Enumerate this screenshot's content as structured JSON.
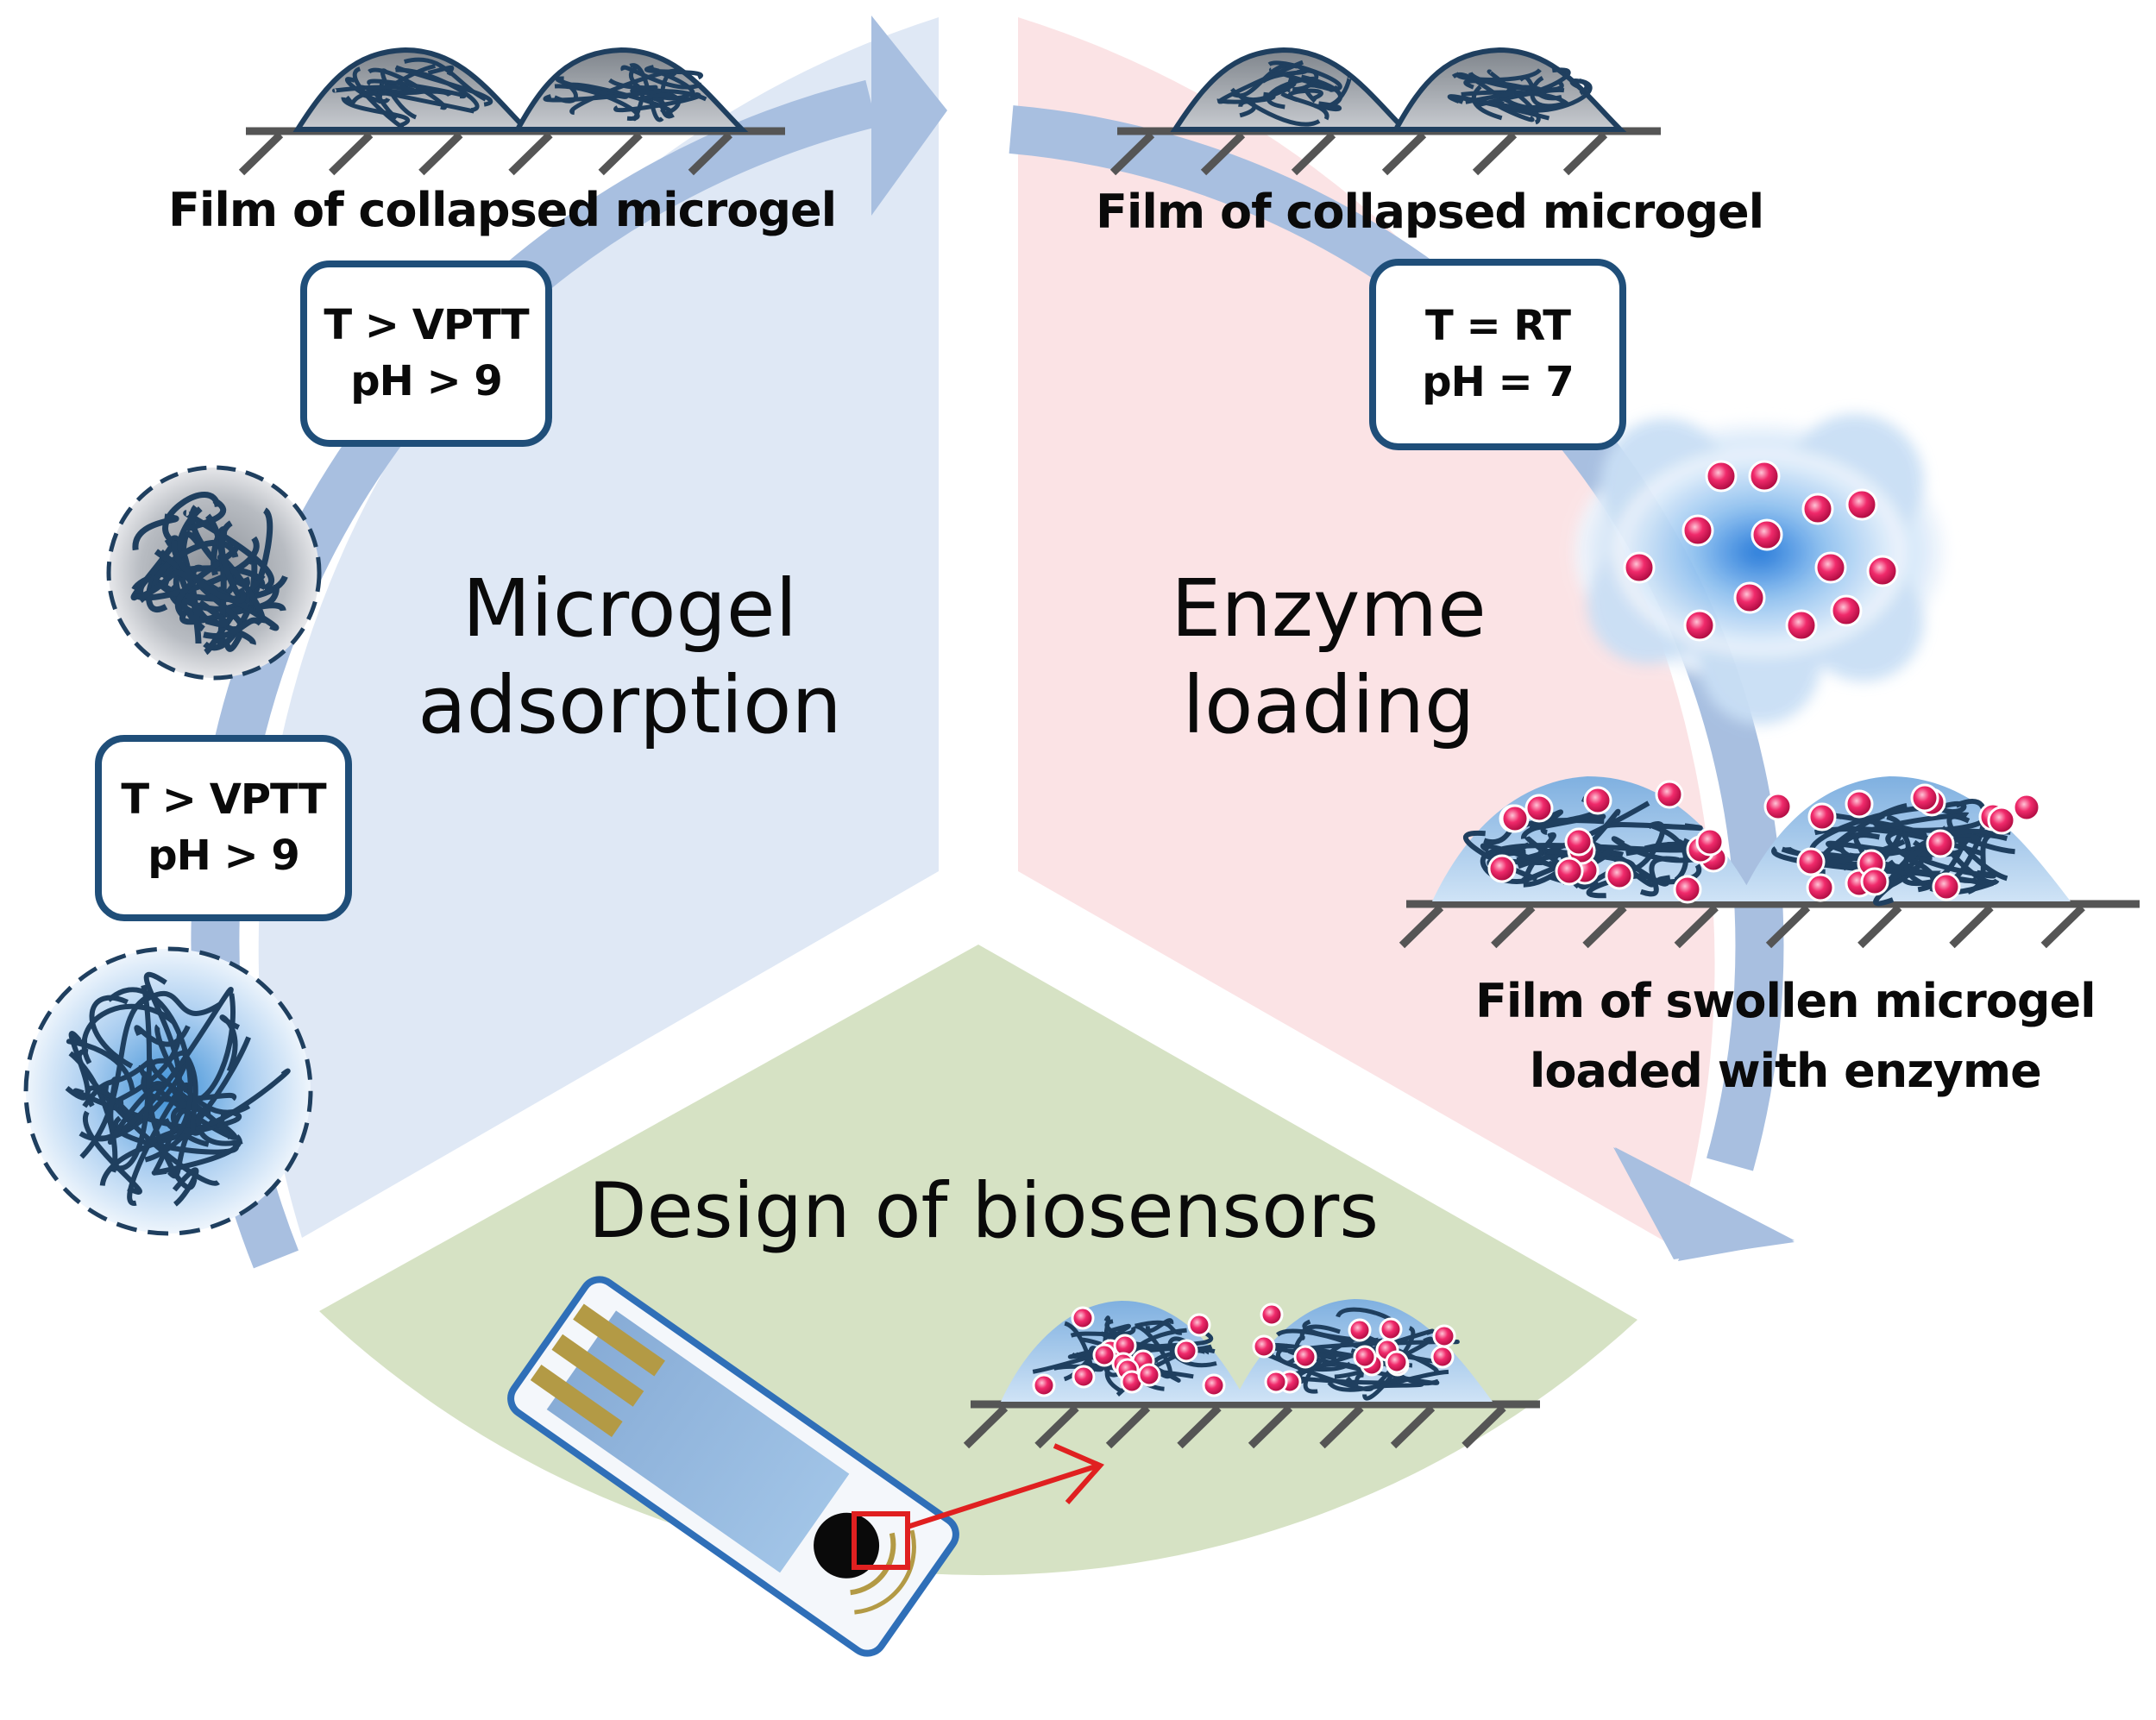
{
  "sectors": {
    "adsorption": {
      "title_line1": "Microgel",
      "title_line2": "adsorption",
      "fill": "#dfe8f5"
    },
    "loading": {
      "title_line1": "Enzyme",
      "title_line2": "loading",
      "fill": "#fbe3e5"
    },
    "design": {
      "title": "Design of biosensors",
      "fill": "#d6e2c4"
    }
  },
  "labels": {
    "film_collapsed_left": "Film of collapsed microgel",
    "film_collapsed_right": "Film of collapsed microgel",
    "film_swollen_line1": "Film of swollen microgel",
    "film_swollen_line2": "loaded with enzyme"
  },
  "conditions": {
    "upper_left": {
      "line1": "T > VPTT",
      "line2": "pH > 9"
    },
    "lower_left": {
      "line1": "T > VPTT",
      "line2": "pH > 9"
    },
    "right": {
      "line1": "T = RT",
      "line2": "pH = 7"
    }
  },
  "icons": {
    "cycle_arrow": "curved-arrow-icon",
    "microgel": "microgel-particle-icon",
    "enzyme": "enzyme-cloud-icon",
    "sensor": "test-strip-icon",
    "zoom": "zoom-arrow-icon"
  },
  "colors": {
    "arrow": "#9eb6da",
    "polymer": "#1f3f5f",
    "enzyme": "#e6195a",
    "box_border": "#1f4e79",
    "zoom": "#e02020"
  }
}
